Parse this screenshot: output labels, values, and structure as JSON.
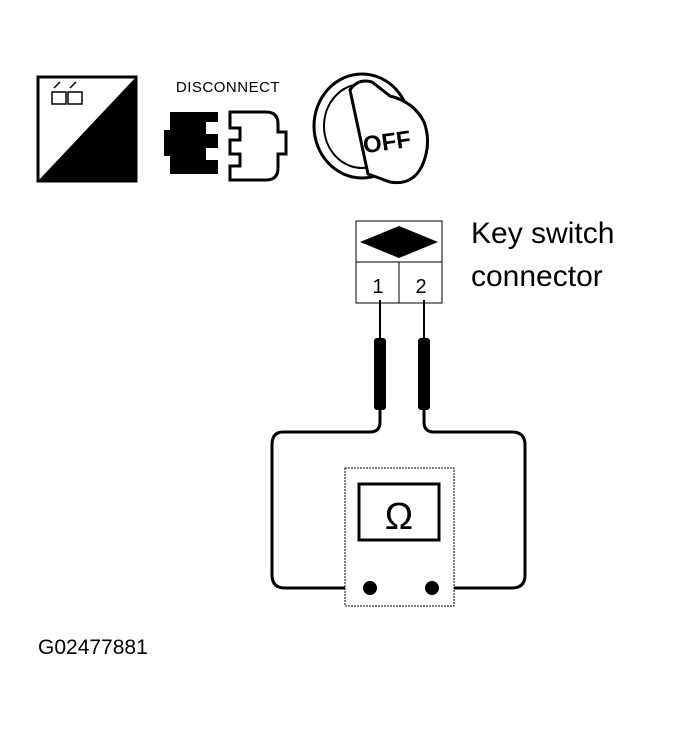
{
  "icons": {
    "ts_label": "T.S.",
    "disconnect_label": "DISCONNECT",
    "ignition_label": "OFF"
  },
  "connector": {
    "title_line1": "Key switch",
    "title_line2": "connector",
    "terminal_1": "1",
    "terminal_2": "2"
  },
  "meter": {
    "symbol": "Ω"
  },
  "figure_id": "G02477881"
}
